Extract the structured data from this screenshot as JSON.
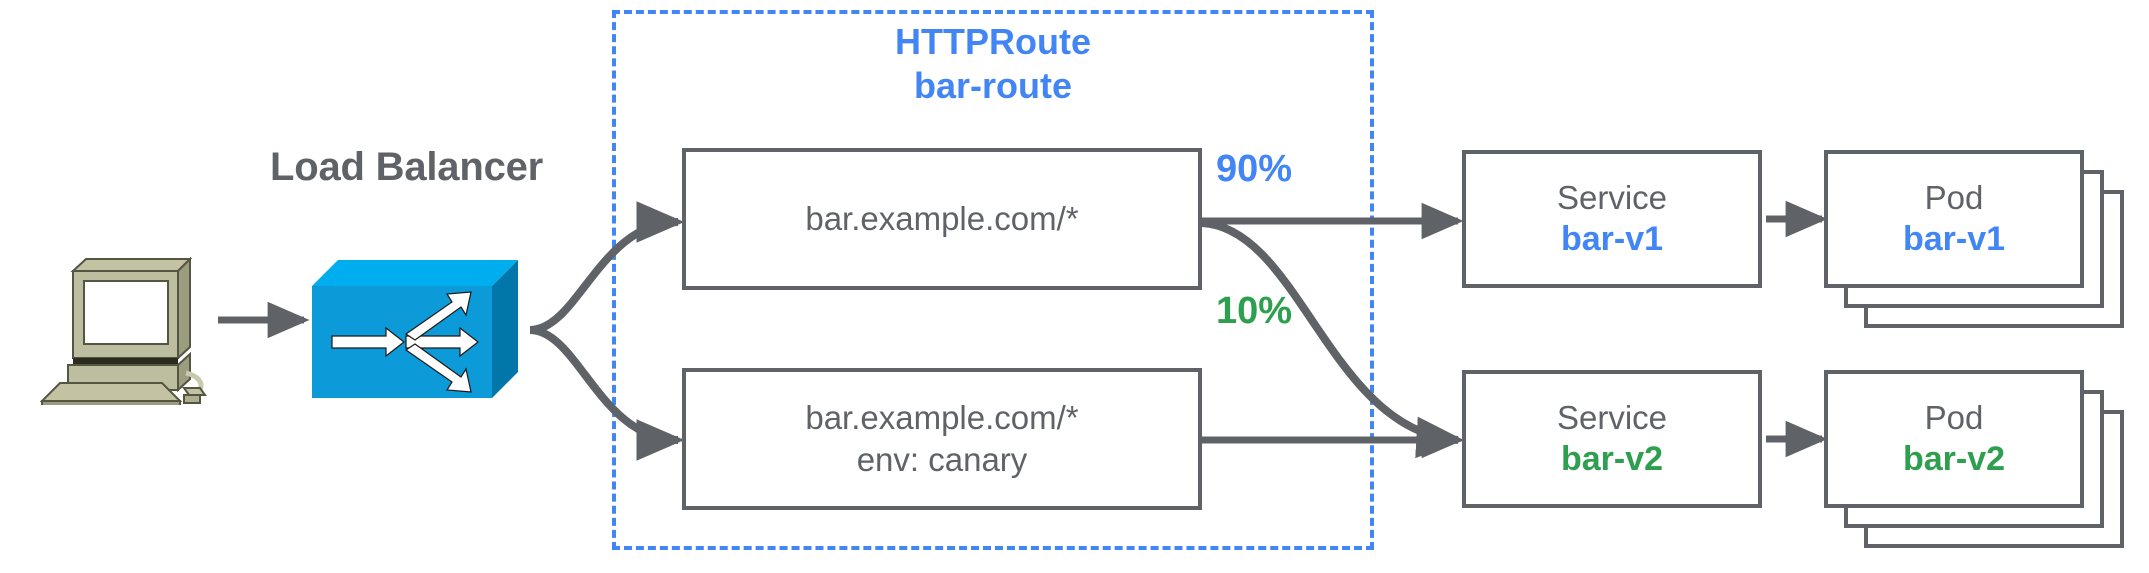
{
  "diagram": {
    "title_hidden": "",
    "load_balancer": {
      "label": "Load Balancer",
      "icon": "load-balancer-switch-icon",
      "color": "#0C9AD8"
    },
    "client": {
      "icon": "desktop-computer-icon"
    },
    "httproute": {
      "kind_label": "HTTPRoute",
      "name_label": "bar-route",
      "border_color": "#4285F4",
      "rules": [
        {
          "id": "rule-primary",
          "lines": [
            "bar.example.com/*"
          ],
          "weights": [
            {
              "label": "90%",
              "color": "#4285F4",
              "target": "bar-v1"
            },
            {
              "label": "10%",
              "color": "#2E9E4F",
              "target": "bar-v2"
            }
          ]
        },
        {
          "id": "rule-canary",
          "lines": [
            "bar.example.com/*",
            "env: canary"
          ],
          "weights": []
        }
      ]
    },
    "backends": [
      {
        "id": "backend-v1",
        "service": {
          "kind": "Service",
          "name": "bar-v1",
          "color": "#4285F4"
        },
        "pod": {
          "kind": "Pod",
          "name": "bar-v1",
          "color": "#4285F4",
          "replicas": 3
        }
      },
      {
        "id": "backend-v2",
        "service": {
          "kind": "Service",
          "name": "bar-v2",
          "color": "#2E9E4F"
        },
        "pod": {
          "kind": "Pod",
          "name": "bar-v2",
          "color": "#2E9E4F",
          "replicas": 3
        }
      }
    ],
    "palette": {
      "stroke": "#5f6368",
      "blue": "#4285F4",
      "green": "#2E9E4F",
      "switch_blue": "#0C9AD8",
      "computer_beige": "#B8B894"
    }
  }
}
